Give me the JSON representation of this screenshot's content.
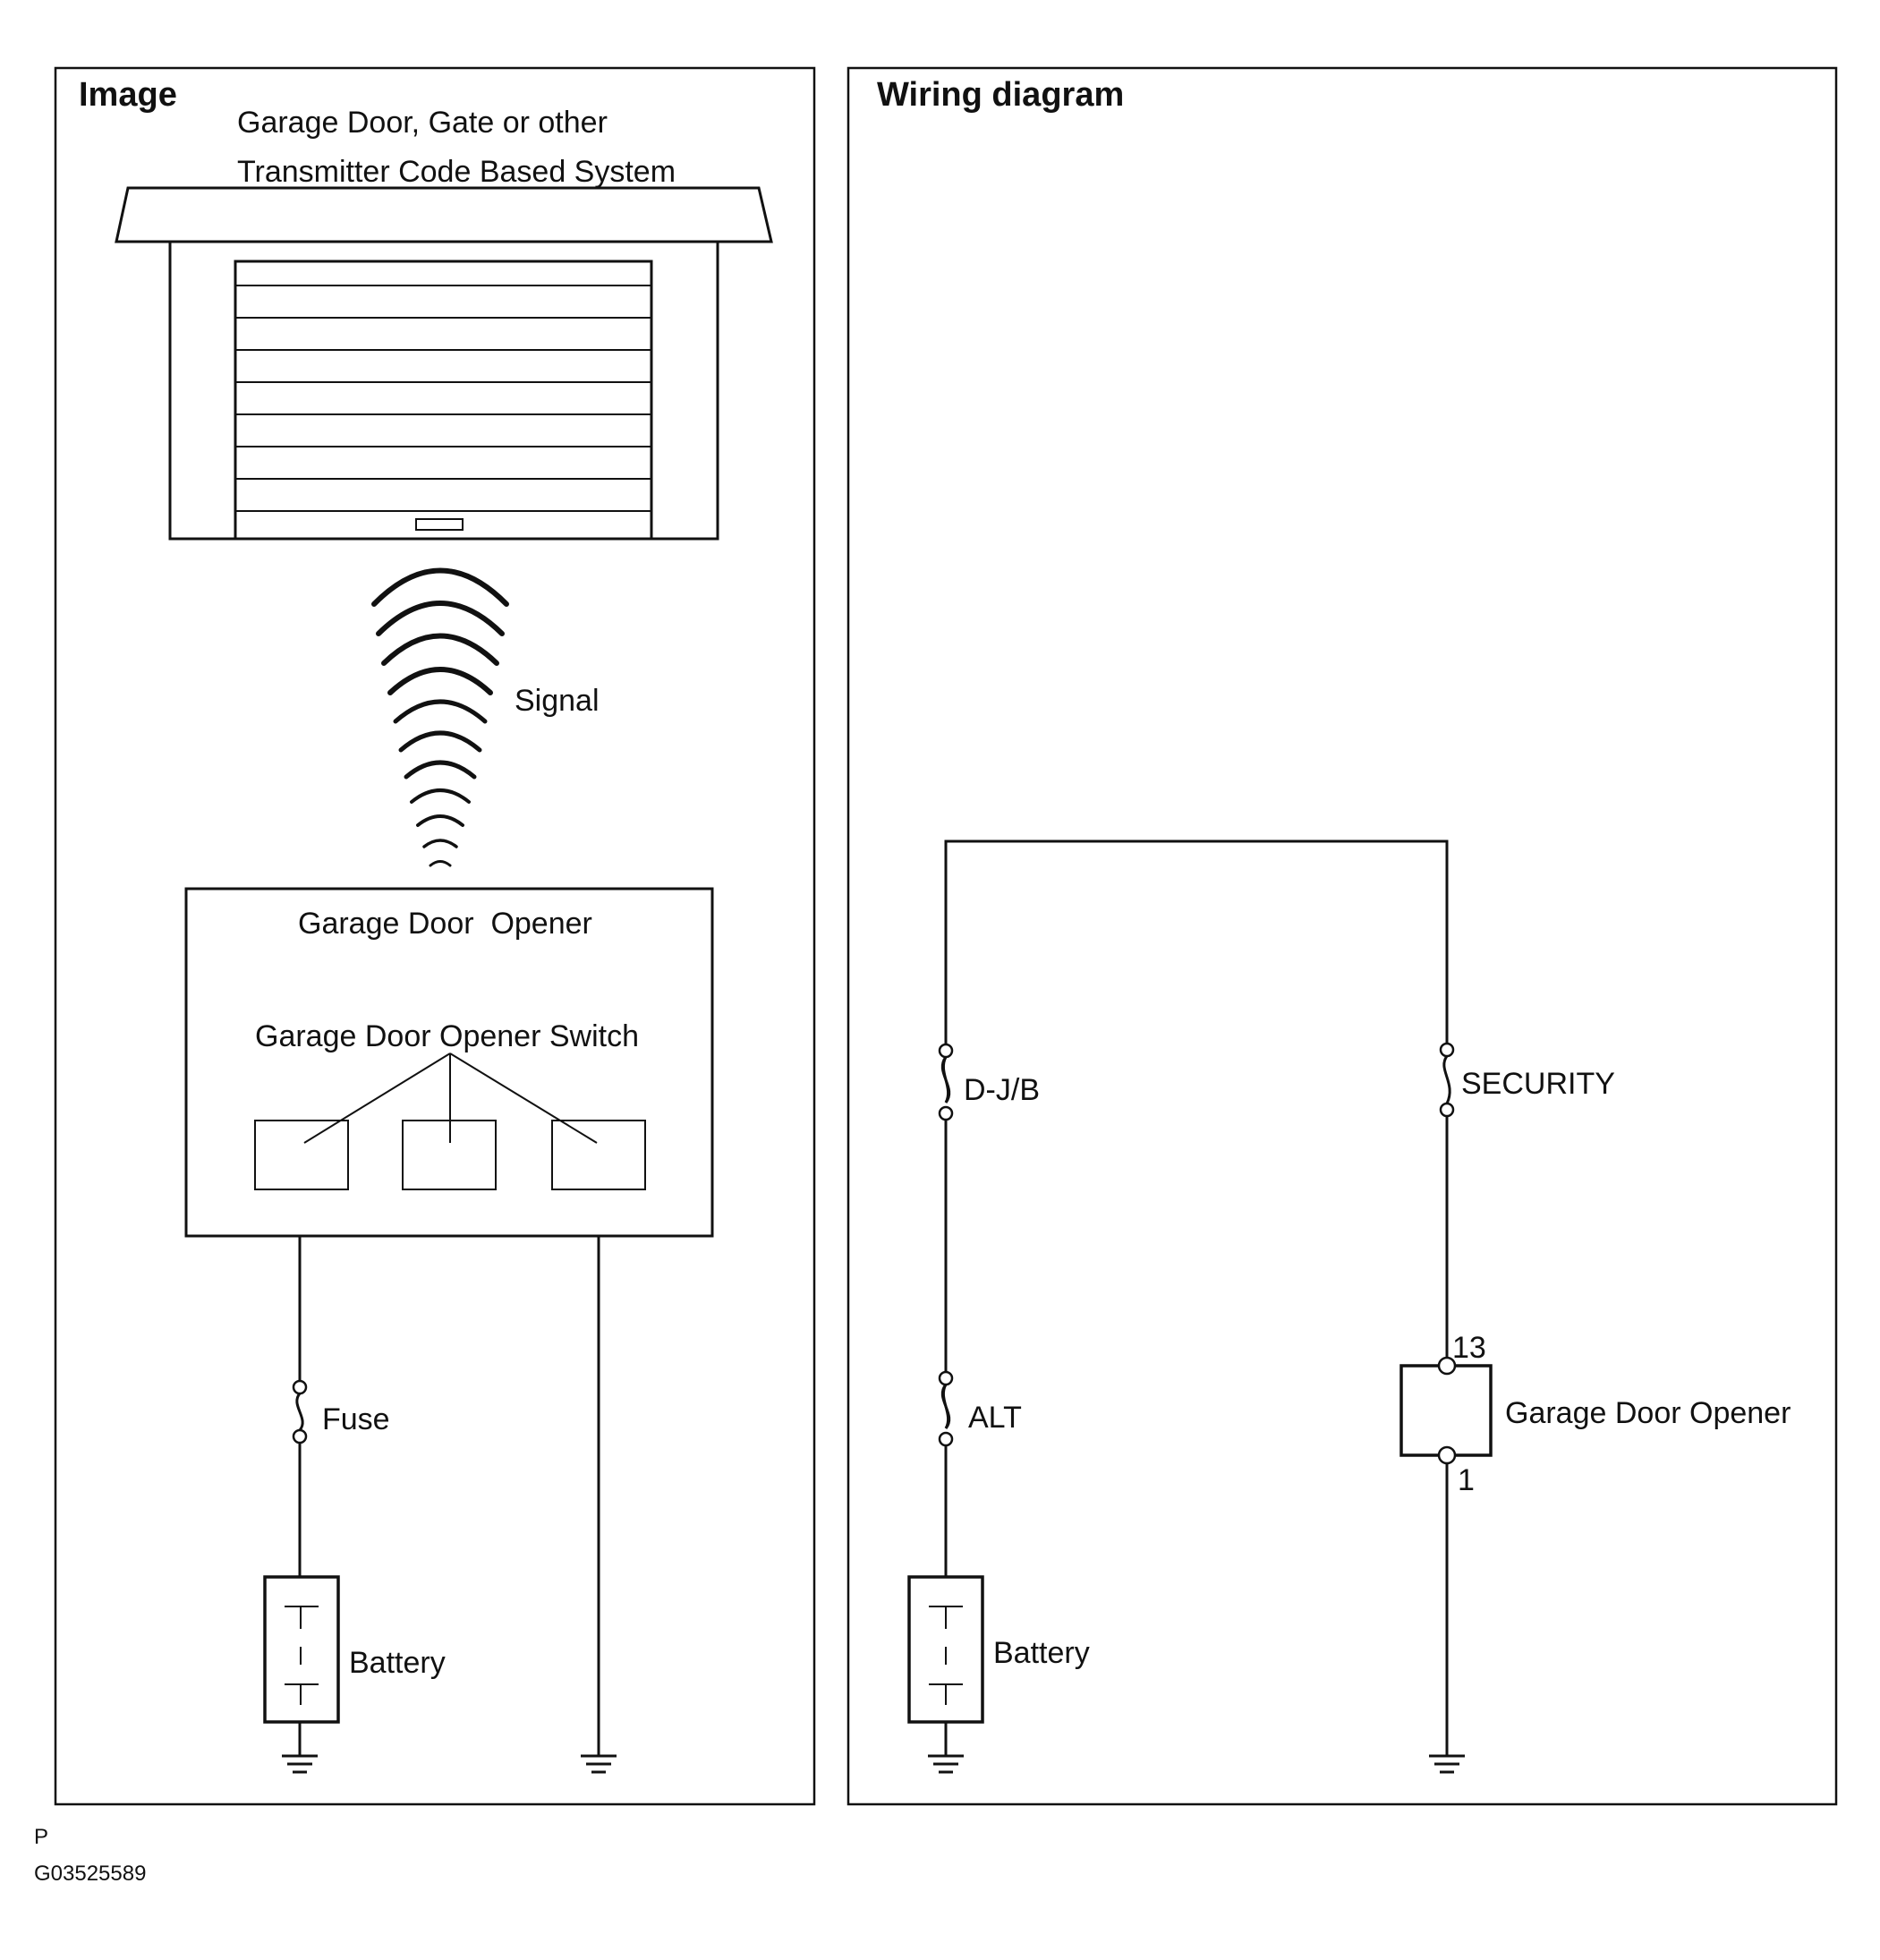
{
  "panels": {
    "image": {
      "title": "Image",
      "caption_line1": "Garage Door, Gate or other",
      "caption_line2": "Transmitter Code Based System",
      "signal_label": "Signal",
      "opener_label": "Garage Door  Opener",
      "switch_label": "Garage Door Opener Switch",
      "fuse_label": "Fuse",
      "battery_label": "Battery"
    },
    "wiring": {
      "title": "Wiring diagram",
      "fuse_djb_label": "D-J/B",
      "fuse_security_label": "SECURITY",
      "fuse_alt_label": "ALT",
      "battery_label": "Battery",
      "opener_label": "Garage Door Opener",
      "pin_top": "13",
      "pin_bottom": "1"
    }
  },
  "footer": {
    "page_letter": "P",
    "figure_code": "G03525589"
  }
}
